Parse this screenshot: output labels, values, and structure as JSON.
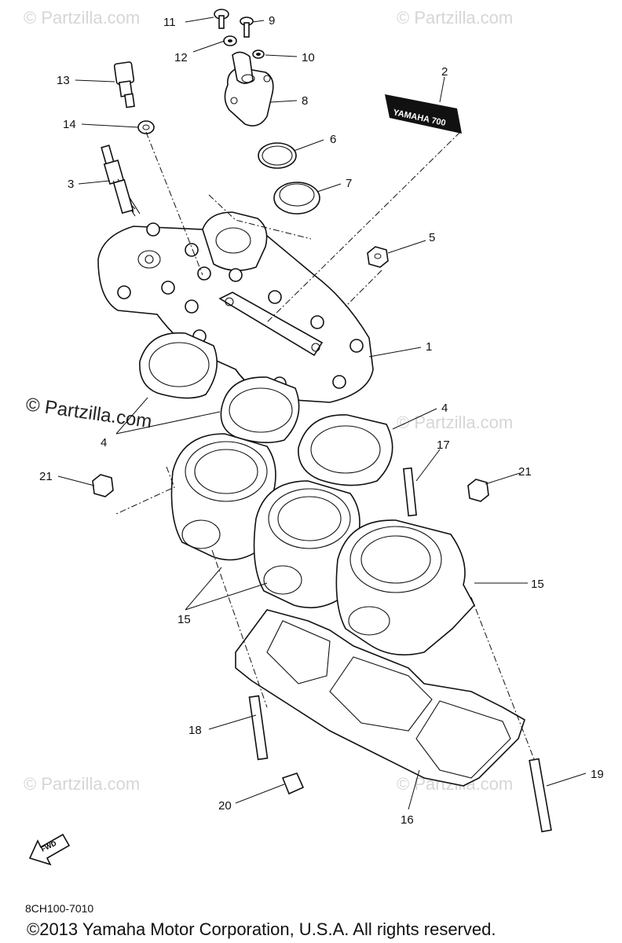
{
  "diagram": {
    "part_code": "8CH100-7010",
    "copyright": "©2013 Yamaha Motor Corporation, U.S.A. All rights reserved.",
    "watermark": "© Partzilla.com",
    "watermark_short": "© Partzilla.com",
    "fwd_label": "FWD",
    "decal_text": "YAMAHA 700",
    "callouts": [
      {
        "id": "c11",
        "label": "11"
      },
      {
        "id": "c9",
        "label": "9"
      },
      {
        "id": "c12",
        "label": "12"
      },
      {
        "id": "c10",
        "label": "10"
      },
      {
        "id": "c13",
        "label": "13"
      },
      {
        "id": "c8",
        "label": "8"
      },
      {
        "id": "c2",
        "label": "2"
      },
      {
        "id": "c14",
        "label": "14"
      },
      {
        "id": "c6",
        "label": "6"
      },
      {
        "id": "c3",
        "label": "3"
      },
      {
        "id": "c7",
        "label": "7"
      },
      {
        "id": "c5",
        "label": "5"
      },
      {
        "id": "c1",
        "label": "1"
      },
      {
        "id": "c4a",
        "label": "4"
      },
      {
        "id": "c4b",
        "label": "4"
      },
      {
        "id": "c17",
        "label": "17"
      },
      {
        "id": "c21a",
        "label": "21"
      },
      {
        "id": "c21b",
        "label": "21"
      },
      {
        "id": "c15a",
        "label": "15"
      },
      {
        "id": "c15b",
        "label": "15"
      },
      {
        "id": "c18",
        "label": "18"
      },
      {
        "id": "c19",
        "label": "19"
      },
      {
        "id": "c20",
        "label": "20"
      },
      {
        "id": "c16",
        "label": "16"
      }
    ]
  }
}
